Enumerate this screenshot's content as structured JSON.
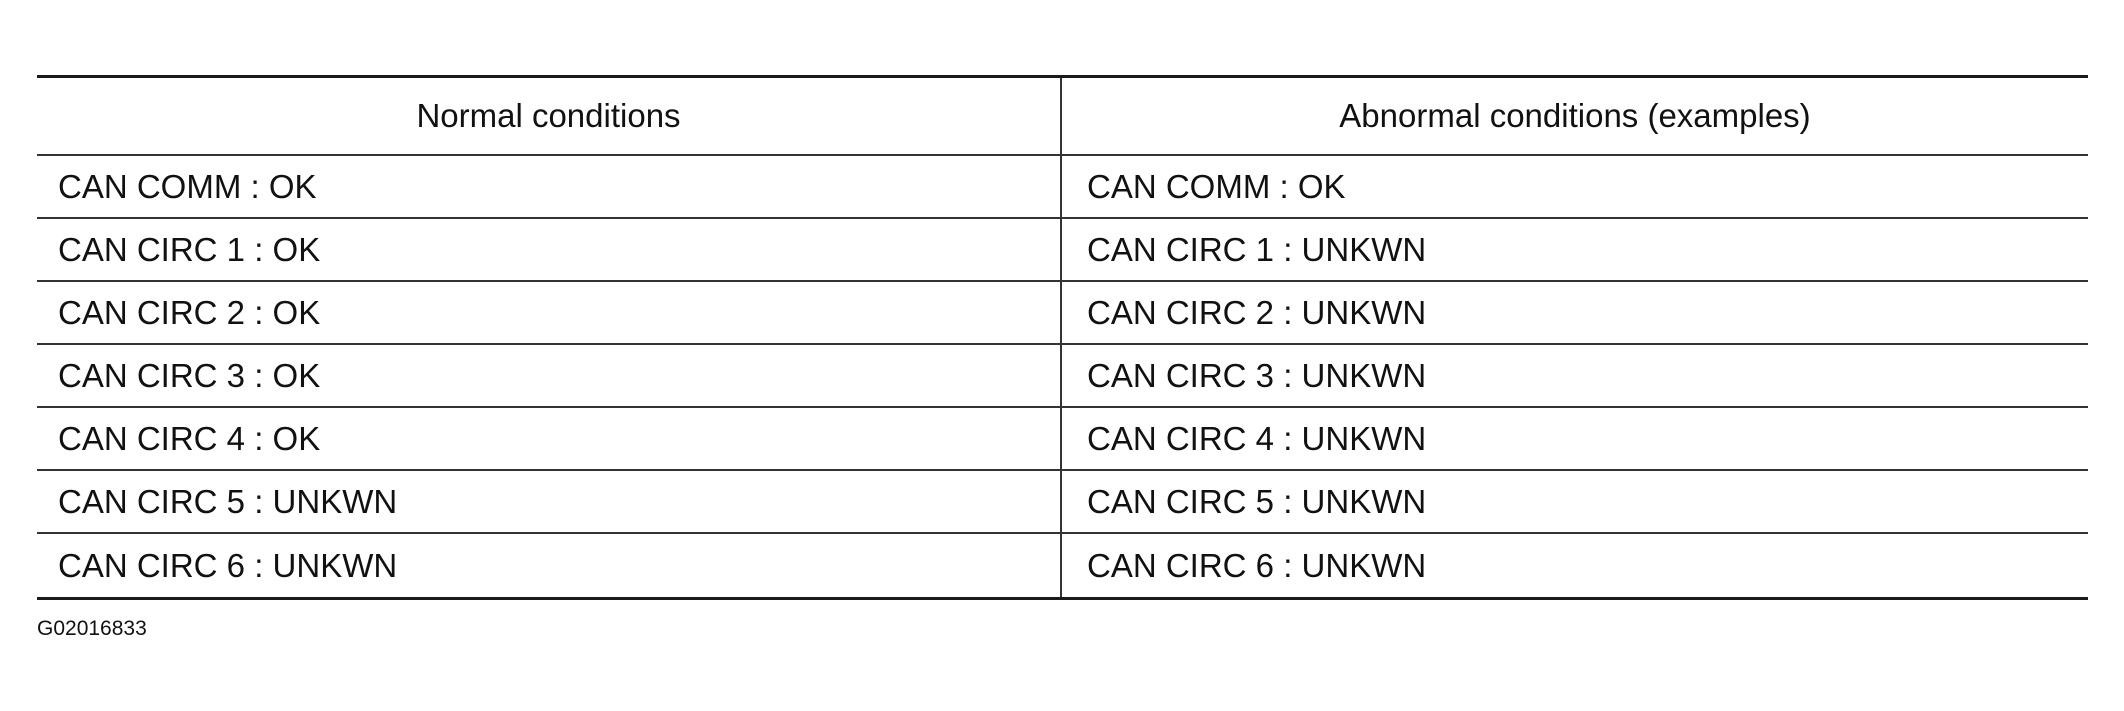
{
  "table": {
    "headers": [
      "Normal conditions",
      "Abnormal conditions (examples)"
    ],
    "rows": [
      [
        "CAN COMM : OK",
        "CAN COMM : OK"
      ],
      [
        "CAN CIRC 1 : OK",
        "CAN CIRC 1 : UNKWN"
      ],
      [
        "CAN CIRC 2 : OK",
        "CAN CIRC 2 : UNKWN"
      ],
      [
        "CAN CIRC 3 : OK",
        "CAN CIRC 3 : UNKWN"
      ],
      [
        "CAN CIRC 4 : OK",
        "CAN CIRC 4 : UNKWN"
      ],
      [
        "CAN CIRC 5 : UNKWN",
        "CAN CIRC 5 : UNKWN"
      ],
      [
        "CAN CIRC 6 : UNKWN",
        "CAN CIRC 6 : UNKWN"
      ]
    ]
  },
  "figure_id": "G02016833"
}
